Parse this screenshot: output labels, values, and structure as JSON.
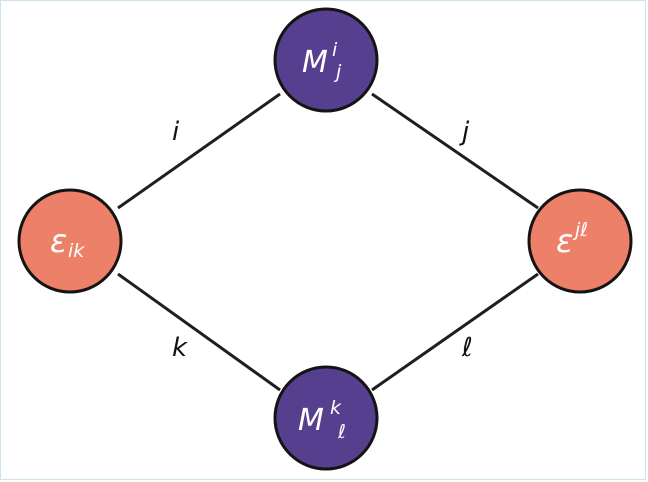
{
  "nodes": {
    "top": {
      "base": "M",
      "sup": "i",
      "sub": "j",
      "color": "#573f8f"
    },
    "bottom": {
      "base": "M",
      "sup": "k",
      "sub": "ℓ",
      "color": "#573f8f"
    },
    "left": {
      "base": "ε",
      "sup": "",
      "sub": "ik",
      "color": "#ec8068"
    },
    "right": {
      "base": "ε",
      "sup": "jℓ",
      "sub": "",
      "color": "#ec8068"
    }
  },
  "edges": {
    "top_left": "i",
    "top_right": "j",
    "bottom_left": "k",
    "bottom_right": "ℓ"
  }
}
